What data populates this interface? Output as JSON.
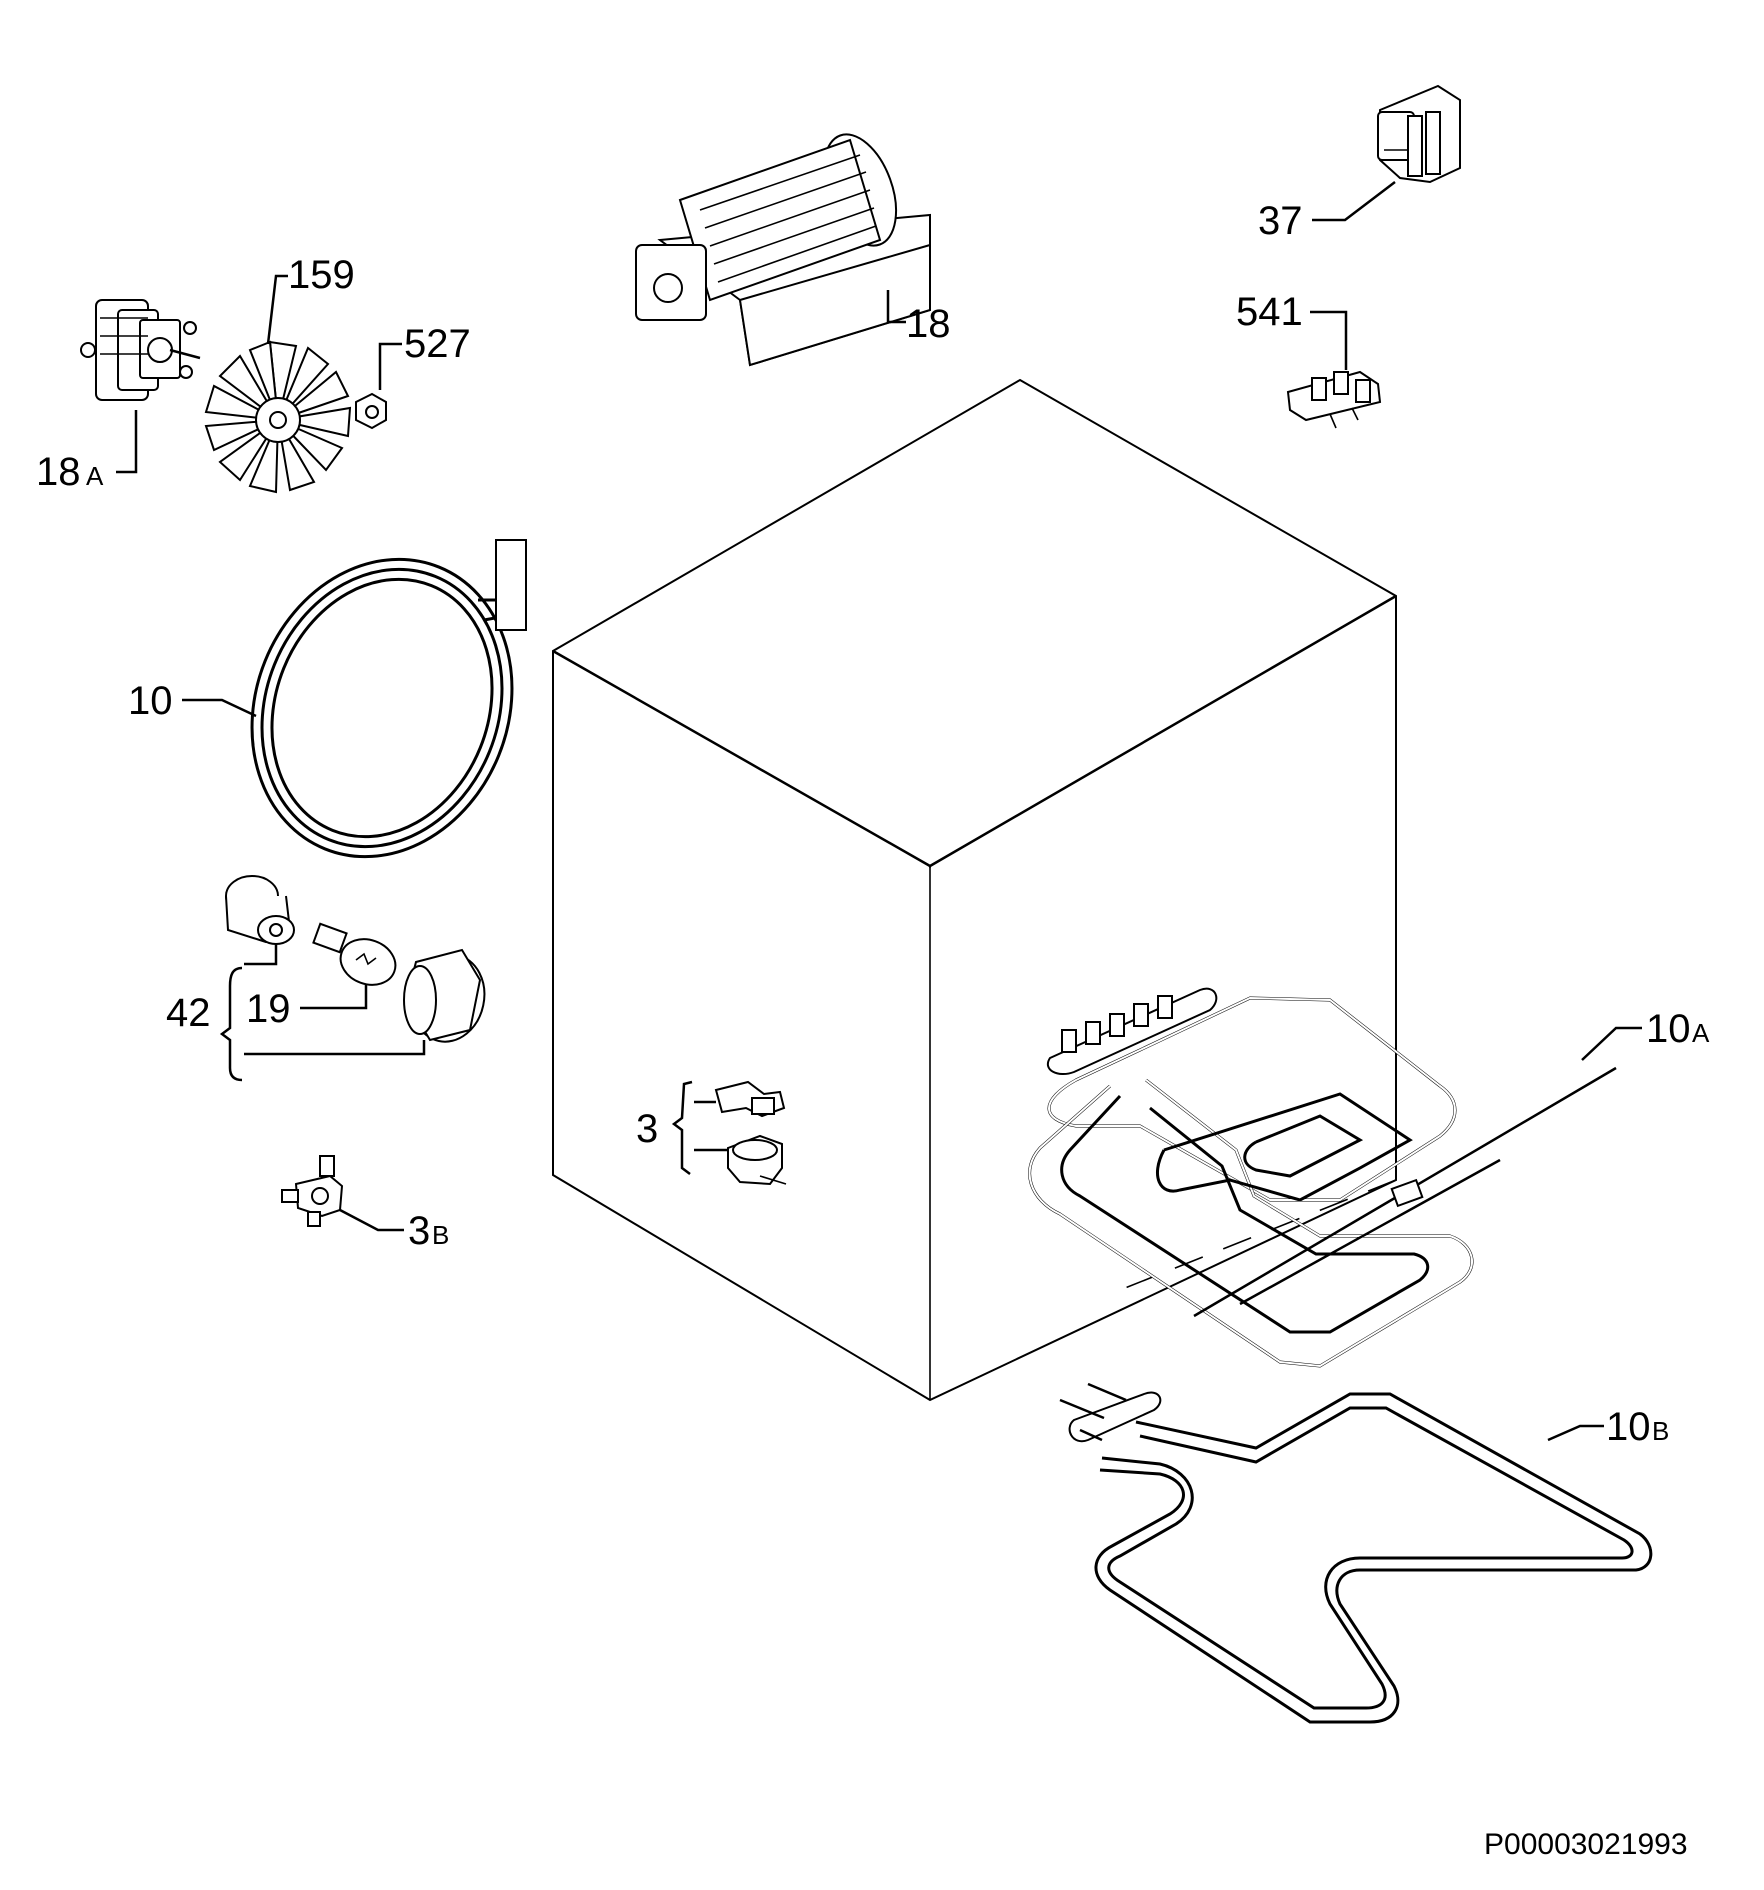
{
  "labels": {
    "p18a_num": "18",
    "p18a_suffix": "A",
    "p159": "159",
    "p527": "527",
    "p18": "18",
    "p37": "37",
    "p541": "541",
    "p10": "10",
    "p42": "42",
    "p19": "19",
    "p3": "3",
    "p3b_num": "3",
    "p3b_suffix": "B",
    "p10a_num": "10",
    "p10a_suffix": "A",
    "p10b_num": "10",
    "p10b_suffix": "B"
  },
  "drawing_code": "P00003021993"
}
